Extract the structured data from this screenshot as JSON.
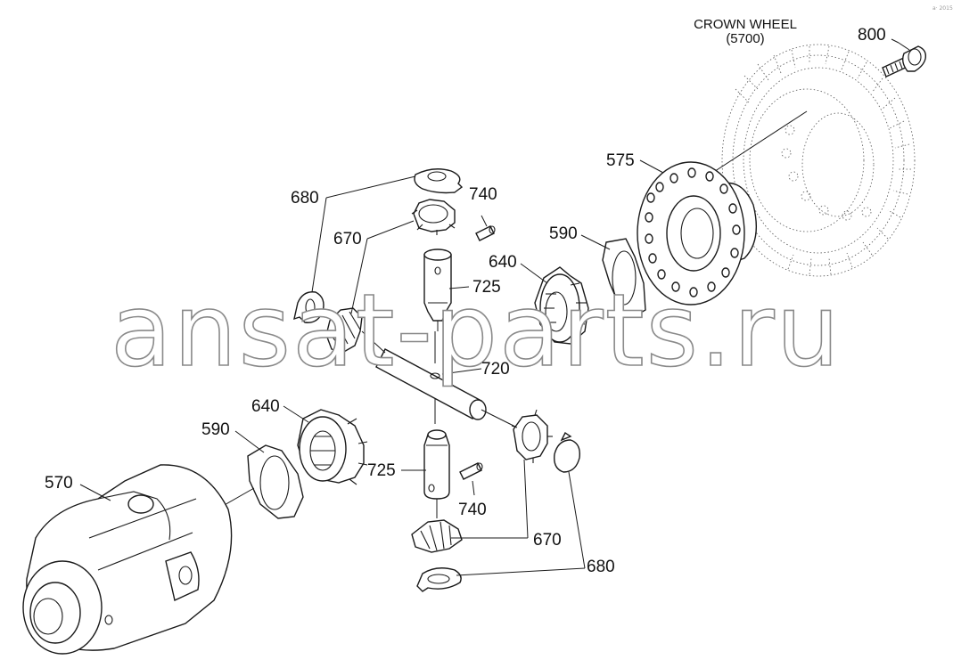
{
  "header": {
    "title_line1": "CROWN WHEEL",
    "title_line2": "(5700)",
    "corner_mark": "a· 2015"
  },
  "watermark": "ansat-parts.ru",
  "callouts": {
    "c800": "800",
    "c575": "575",
    "c680_top": "680",
    "c740_top": "740",
    "c670_top": "670",
    "c590_right": "590",
    "c640_right": "640",
    "c725_top": "725",
    "c720": "720",
    "c640_left": "640",
    "c590_left": "590",
    "c570": "570",
    "c725_bottom": "725",
    "c740_bottom": "740",
    "c670_bottom": "670",
    "c680_bottom": "680"
  }
}
